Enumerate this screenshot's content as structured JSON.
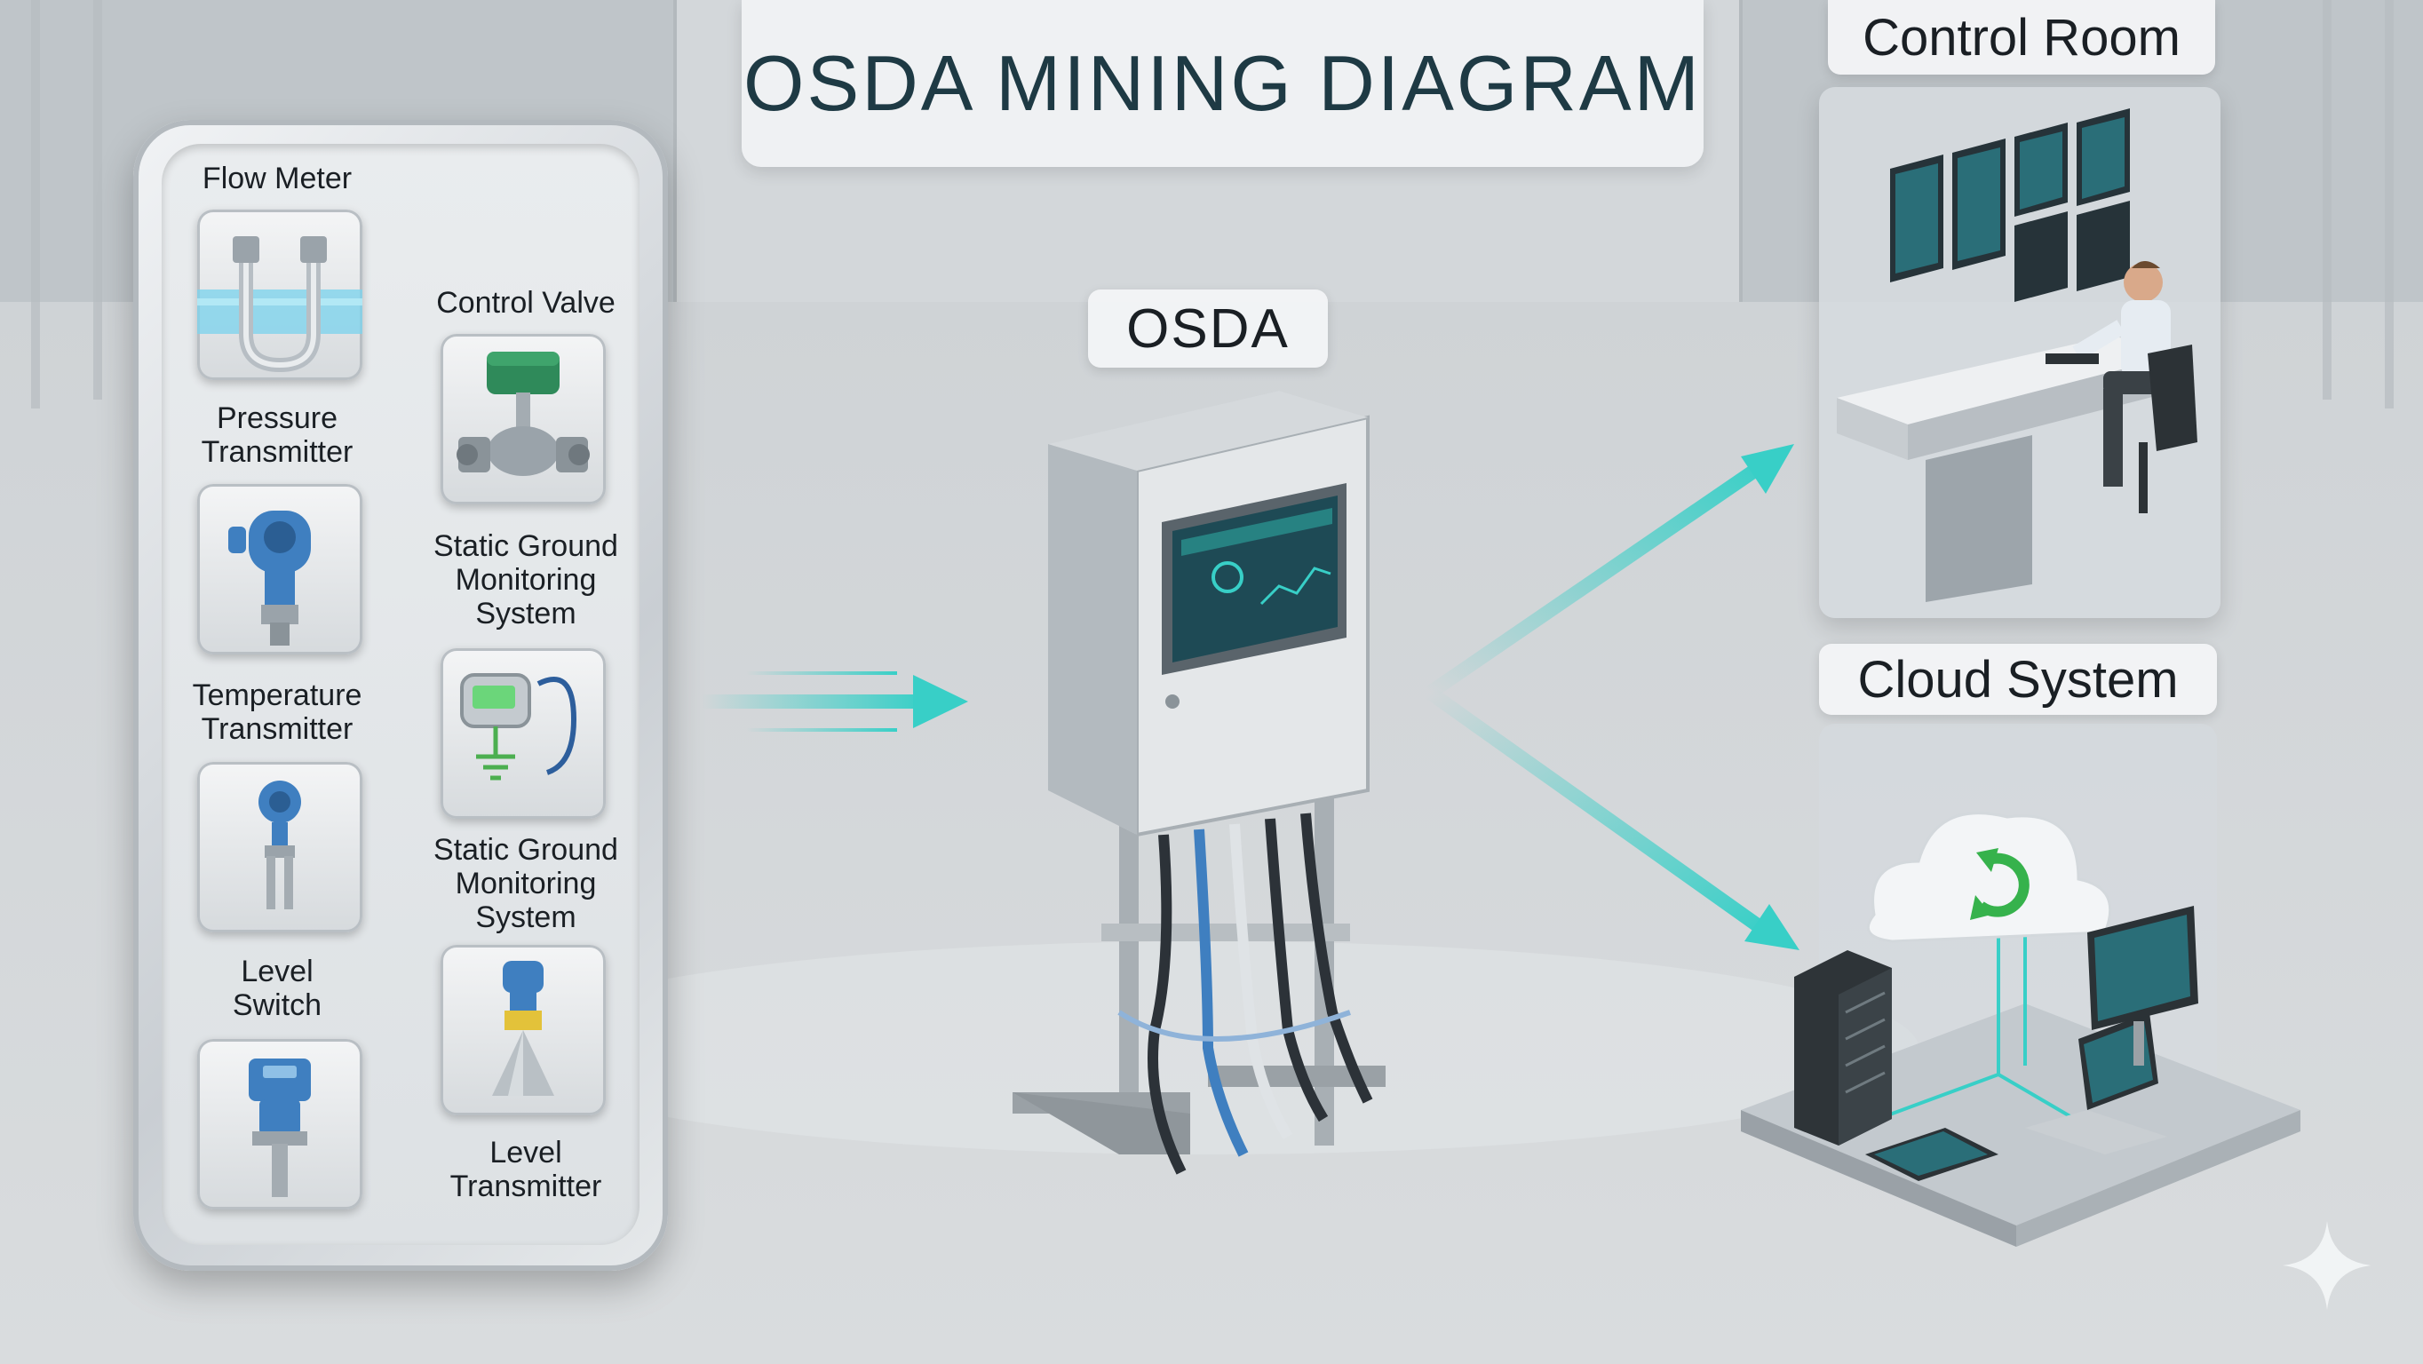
{
  "title": "OSDA MINING DIAGRAM",
  "devices_left": [
    {
      "label": "Flow Meter"
    },
    {
      "label": "Pressure\nTransmitter"
    },
    {
      "label": "Temperature\nTransmitter"
    },
    {
      "label": "Level\nSwitch"
    }
  ],
  "devices_right": [
    {
      "label": "Control Valve"
    },
    {
      "label": "Static Ground\nMonitoring\nSystem"
    },
    {
      "label": "Static Ground\nMonitoring\nSystem"
    },
    {
      "label": "Level\nTransmitter"
    }
  ],
  "osda": {
    "label": "OSDA"
  },
  "control_room": {
    "label": "Control Room"
  },
  "cloud_system": {
    "label": "Cloud System"
  },
  "colors": {
    "accent": "#2fc6c0",
    "arrow": "#38cfc7",
    "title": "#1e3a44",
    "device_blue": "#3f7fc0"
  }
}
